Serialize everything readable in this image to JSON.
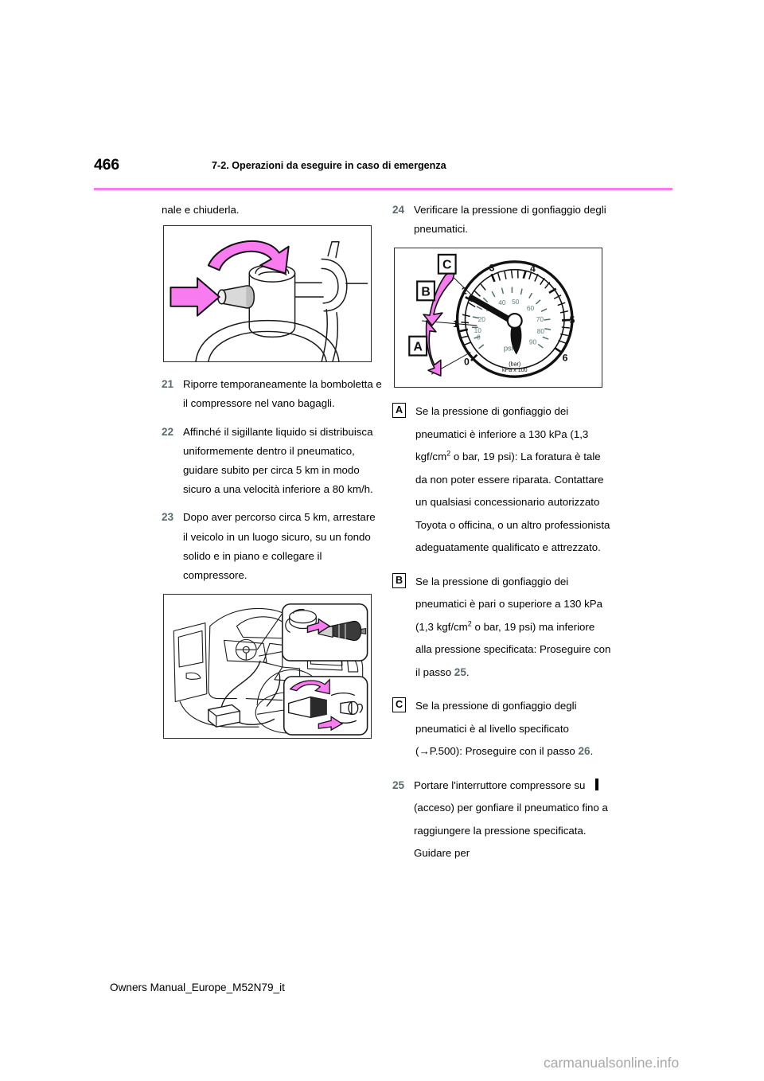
{
  "header": {
    "page_number": "466",
    "section_title": "7-2. Operazioni da eseguire in caso di emergenza",
    "rule_color": "#f87bf0"
  },
  "left_column": {
    "intro_text": "nale e chiuderla.",
    "figure_valve": {
      "name": "bottle-valve-cap-illustration",
      "caption": ""
    },
    "steps": [
      {
        "number": "21",
        "text": "Riporre temporaneamente la bomboletta e il compressore nel vano bagagli."
      },
      {
        "number": "22",
        "text": "Affinché il sigillante liquido si distribuisca uniformemente dentro il pneumatico, guidare subito per circa 5 km in modo sicuro a una velocità inferiore a 80 km/h."
      },
      {
        "number": "23",
        "text": "Dopo aver percorso circa 5 km, arrestare il veicolo in un luogo sicuro, su un fondo solido e in piano e collegare il compressore."
      }
    ],
    "figure_car": {
      "name": "vehicle-compressor-connection-illustration"
    }
  },
  "right_column": {
    "step_24": {
      "number": "24",
      "text": "Verificare la pressione di gonfiaggio degli pneumatici."
    },
    "figure_gauge": {
      "name": "pressure-gauge-illustration",
      "labels": [
        "A",
        "B",
        "C"
      ],
      "gauge": {
        "bar_ticks": [
          "0",
          "1",
          "2",
          "3",
          "4",
          "5",
          "6"
        ],
        "psi_ticks": [
          "0",
          "10",
          "20",
          "30",
          "40",
          "50",
          "60",
          "70",
          "80",
          "90"
        ],
        "unit_psi": "psi",
        "unit_bar_line1": "(bar)",
        "unit_bar_line2": "kPa x 100"
      }
    },
    "lettered_items": [
      {
        "tag": "A",
        "part1": "Se la pressione di gonfiaggio dei pneumatici è inferiore a 130 kPa (1,3 kgf/cm",
        "sup": "2",
        "part2": " o bar, 19 psi): La foratura è tale da non poter essere riparata. Contattare un qualsiasi concessionario autorizzato Toyota o officina, o un altro professionista adeguatamente qualificato e attrezzato."
      },
      {
        "tag": "B",
        "part1": "Se la pressione di gonfiaggio dei pneumatici è pari o superiore a 130 kPa (1,3 kgf/cm",
        "sup": "2",
        "part2": " o bar, 19 psi) ma inferiore alla pressione specificata: Proseguire con il passo ",
        "ref_step": "25",
        "part3": "."
      },
      {
        "tag": "C",
        "part1": "Se la pressione di gonfiaggio degli pneumatici è al livello specificato (",
        "arrow": "→",
        "part2": "P.500): Proseguire con il passo ",
        "ref_step": "26",
        "part3": "."
      }
    ],
    "step_25": {
      "number": "25",
      "part1": "Portare l'interruttore compressore su ",
      "switch_symbol": "I",
      "part2": " (acceso) per gonfiare il pneumatico fino a raggiungere la pressione specificata. Guidare per"
    }
  },
  "footer": {
    "document_id": "Owners Manual_Europe_M52N79_it",
    "watermark": "carmanualsonline.info"
  }
}
